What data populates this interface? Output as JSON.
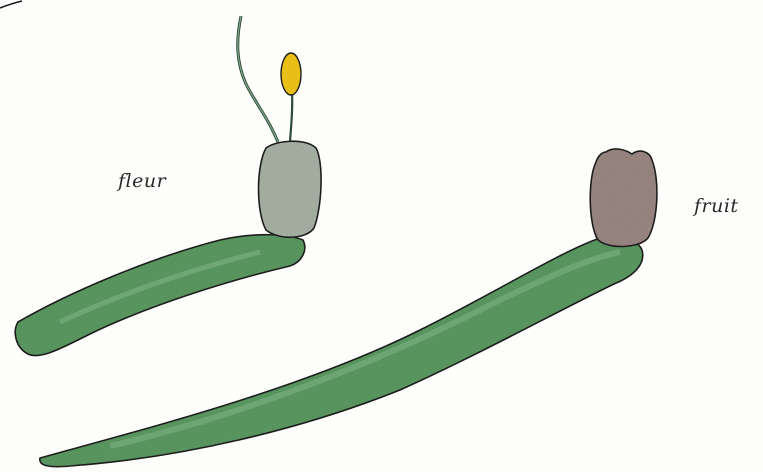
{
  "labels": {
    "flower": "fleur",
    "fruit": "fruit"
  },
  "colors": {
    "stem_green": "#5c9a62",
    "stem_green_dark": "#3f7a48",
    "flower_ovary": "#a8b3a6",
    "anther_yellow": "#f2c616",
    "fruit_brown": "#9b8883",
    "outline": "#1e1e1e",
    "paper": "#fdfdfb"
  },
  "icons": {
    "flower": "flower-illustration",
    "fruit": "fruit-illustration"
  }
}
